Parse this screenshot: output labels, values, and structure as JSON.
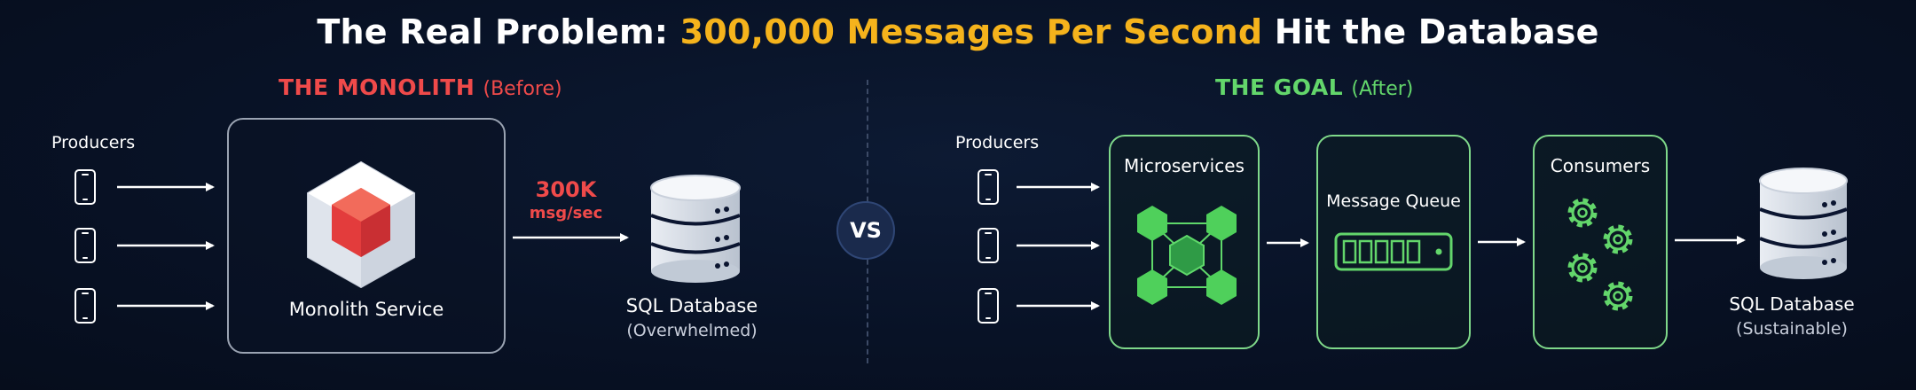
{
  "title": {
    "prefix": "The Real Problem:",
    "highlight": "300,000 Messages Per Second",
    "suffix": "Hit the Database"
  },
  "before": {
    "heading": "THE MONOLITH",
    "heading_sub": "(Before)",
    "producers_label": "Producers",
    "service_label": "Monolith Service",
    "rate_value": "300K",
    "rate_unit": "msg/sec",
    "db_label": "SQL Database",
    "db_status": "(Overwhelmed)"
  },
  "vs_label": "VS",
  "after": {
    "heading": "THE GOAL",
    "heading_sub": "(After)",
    "producers_label": "Producers",
    "microservices_label": "Microservices",
    "queue_label": "Message Queue",
    "consumers_label": "Consumers",
    "db_label": "SQL Database",
    "db_status": "(Sustainable)"
  },
  "colors": {
    "accent_yellow": "#f5b31c",
    "monolith_red": "#ef4a4a",
    "goal_green": "#63d66b",
    "background": "#081226"
  },
  "icons": [
    "phone-icon",
    "cube-icon",
    "database-icon",
    "hexagon-network-icon",
    "queue-icon",
    "gear-icon"
  ]
}
